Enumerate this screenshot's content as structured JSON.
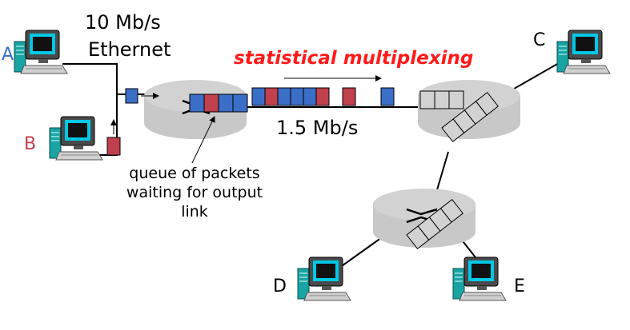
{
  "hosts": {
    "a": {
      "label": "A"
    },
    "b": {
      "label": "B"
    },
    "c": {
      "label": "C"
    },
    "d": {
      "label": "D"
    },
    "e": {
      "label": "E"
    }
  },
  "labels": {
    "ethernet_speed": "10 Mb/s",
    "ethernet": "Ethernet",
    "multiplexing": "statistical multiplexing",
    "link_speed": "1.5 Mb/s",
    "queue_line1": "queue of packets",
    "queue_line2": "waiting for output",
    "queue_line3": "link"
  },
  "colors": {
    "blue_packet": "#3b6ec6",
    "red_packet": "#c0404e",
    "router": "#c8c8c8",
    "title": "#ff1a1a",
    "label_a": "#3b6ec6",
    "label_b": "#c0404e"
  }
}
